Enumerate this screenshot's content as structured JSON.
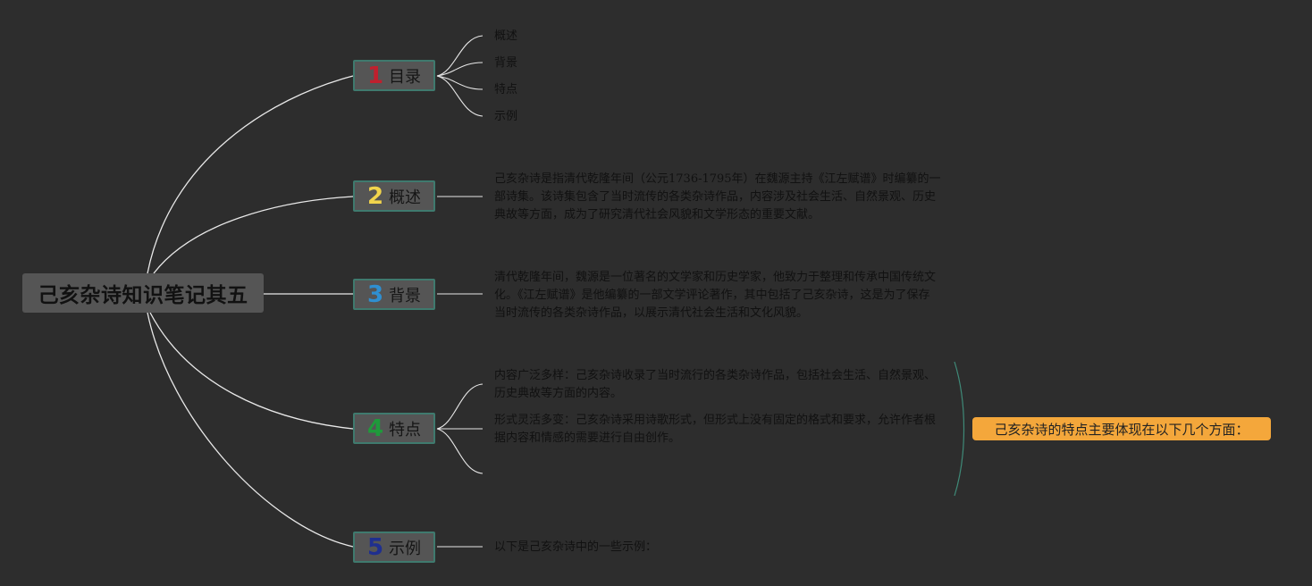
{
  "root": {
    "label": "己亥杂诗知识笔记其五"
  },
  "branches": [
    {
      "num": "1",
      "label": "目录",
      "num_color": "#c0202e"
    },
    {
      "num": "2",
      "label": "概述",
      "num_color": "#f1d44c"
    },
    {
      "num": "3",
      "label": "背景",
      "num_color": "#2f8fd0"
    },
    {
      "num": "4",
      "label": "特点",
      "num_color": "#1f9a3b"
    },
    {
      "num": "5",
      "label": "示例",
      "num_color": "#1f2f8f"
    }
  ],
  "toc_items": [
    "概述",
    "背景",
    "特点",
    "示例"
  ],
  "overview_text": "己亥杂诗是指清代乾隆年间（公元1736-1795年）在魏源主持《江左赋谱》时编纂的一部诗集。该诗集包含了当时流传的各类杂诗作品，内容涉及社会生活、自然景观、历史典故等方面，成为了研究清代社会风貌和文学形态的重要文献。",
  "background_text": "清代乾隆年间，魏源是一位著名的文学家和历史学家，他致力于整理和传承中国传统文化。《江左赋谱》是他编纂的一部文学评论著作，其中包括了己亥杂诗，这是为了保存当时流传的各类杂诗作品，以展示清代社会生活和文化风貌。",
  "features": [
    "内容广泛多样：己亥杂诗收录了当时流行的各类杂诗作品，包括社会生活、自然景观、历史典故等方面的内容。",
    "形式灵活多变：己亥杂诗采用诗歌形式，但形式上没有固定的格式和要求，允许作者根据内容和情感的需要进行自由创作。"
  ],
  "features_summary": "己亥杂诗的特点主要体现在以下几个方面：",
  "examples_text": "以下是己亥杂诗中的一些示例：",
  "colors": {
    "background": "#2d2d2d",
    "node_fill": "#555555",
    "node_border": "#3f7a6e",
    "callout": "#f4a73b",
    "bracket": "#3f8a78"
  }
}
